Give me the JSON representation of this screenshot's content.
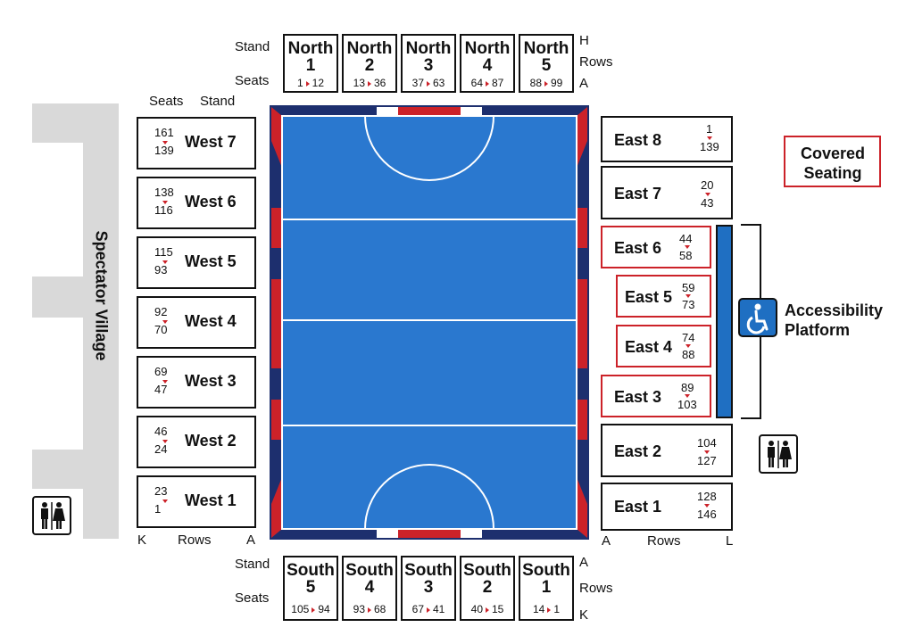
{
  "north": {
    "stand_label": "Stand",
    "seats_label": "Seats",
    "row_top": "H",
    "rows_label": "Rows",
    "row_bottom": "A",
    "stands": [
      {
        "name": "North",
        "num": "1",
        "from": "1",
        "to": "12"
      },
      {
        "name": "North",
        "num": "2",
        "from": "13",
        "to": "36"
      },
      {
        "name": "North",
        "num": "3",
        "from": "37",
        "to": "63"
      },
      {
        "name": "North",
        "num": "4",
        "from": "64",
        "to": "87"
      },
      {
        "name": "North",
        "num": "5",
        "from": "88",
        "to": "99"
      }
    ]
  },
  "south": {
    "stand_label": "Stand",
    "seats_label": "Seats",
    "row_top": "A",
    "rows_label": "Rows",
    "row_bottom": "K",
    "stands": [
      {
        "name": "South",
        "num": "5",
        "from": "105",
        "to": "94"
      },
      {
        "name": "South",
        "num": "4",
        "from": "93",
        "to": "68"
      },
      {
        "name": "South",
        "num": "3",
        "from": "67",
        "to": "41"
      },
      {
        "name": "South",
        "num": "2",
        "from": "40",
        "to": "15"
      },
      {
        "name": "South",
        "num": "1",
        "from": "14",
        "to": "1"
      }
    ]
  },
  "west": {
    "seats_label": "Seats",
    "stand_label": "Stand",
    "row_left": "K",
    "rows_label": "Rows",
    "row_right": "A",
    "stands": [
      {
        "name": "West 7",
        "from": "161",
        "to": "139"
      },
      {
        "name": "West 6",
        "from": "138",
        "to": "116"
      },
      {
        "name": "West 5",
        "from": "115",
        "to": "93"
      },
      {
        "name": "West 4",
        "from": "92",
        "to": "70"
      },
      {
        "name": "West 3",
        "from": "69",
        "to": "47"
      },
      {
        "name": "West 2",
        "from": "46",
        "to": "24"
      },
      {
        "name": "West 1",
        "from": "23",
        "to": "1"
      }
    ]
  },
  "east": {
    "row_left": "A",
    "rows_label": "Rows",
    "row_right": "L",
    "stands": [
      {
        "name": "East 8",
        "from": "1",
        "to": "139"
      },
      {
        "name": "East 7",
        "from": "20",
        "to": "43"
      },
      {
        "name": "East 6",
        "from": "44",
        "to": "58"
      },
      {
        "name": "East 5",
        "from": "59",
        "to": "73"
      },
      {
        "name": "East 4",
        "from": "74",
        "to": "88"
      },
      {
        "name": "East 3",
        "from": "89",
        "to": "103"
      },
      {
        "name": "East 2",
        "from": "104",
        "to": "127"
      },
      {
        "name": "East 1",
        "from": "128",
        "to": "146"
      }
    ]
  },
  "spectator_village": "Spectator Village",
  "covered_seating": "Covered Seating",
  "accessibility": {
    "line1": "Accessibility",
    "line2": "Platform"
  },
  "colors": {
    "court": "#2a78cf",
    "border": "#1d2f6e",
    "accent_red": "#cc2229",
    "village_grey": "#d9d9d9"
  }
}
